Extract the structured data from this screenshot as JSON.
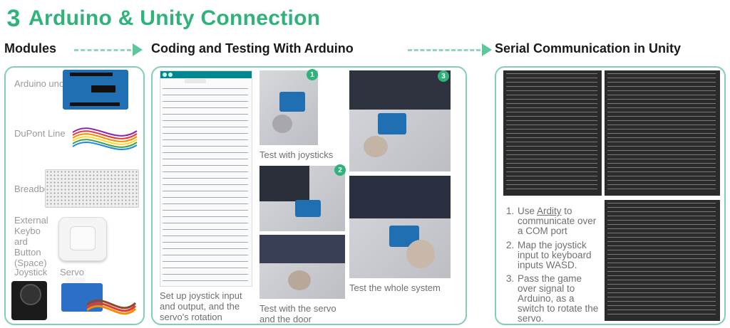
{
  "title": {
    "number": "3",
    "text": "Arduino & Unity Connection"
  },
  "sections": {
    "modules": "Modules",
    "coding": "Coding and Testing With Arduino",
    "serial": "Serial Communication in Unity"
  },
  "modules": {
    "arduino": "Arduino uno",
    "dupont": "DuPont Line",
    "breadboard": "Breadboard",
    "keyboard": [
      "External",
      "Keybo",
      "ard",
      "Button",
      "(Space)"
    ],
    "joystick": "Joystick",
    "servo": "Servo"
  },
  "coding": {
    "badges": [
      "1",
      "2",
      "3"
    ],
    "caption_code": "Set up joystick input and output, and the servo's rotation",
    "caption_joysticks": "Test with joysticks",
    "caption_servo_door": "Test with the servo and the door",
    "caption_whole": "Test the whole system"
  },
  "serial": {
    "steps": [
      {
        "n": "1.",
        "pre": "Use ",
        "link": "Ardity",
        "post": " to communicate over a COM port"
      },
      {
        "n": "2.",
        "pre": "Map the joystick input to keyboard inputs WASD.",
        "link": "",
        "post": ""
      },
      {
        "n": "3.",
        "pre": "Pass the game over signal to Arduino, as a switch to rotate the servo.",
        "link": "",
        "post": ""
      }
    ]
  },
  "colors": {
    "accent": "#2fb37a",
    "panel_border": "#7fd0ac",
    "dash": "#8fd9b8"
  }
}
